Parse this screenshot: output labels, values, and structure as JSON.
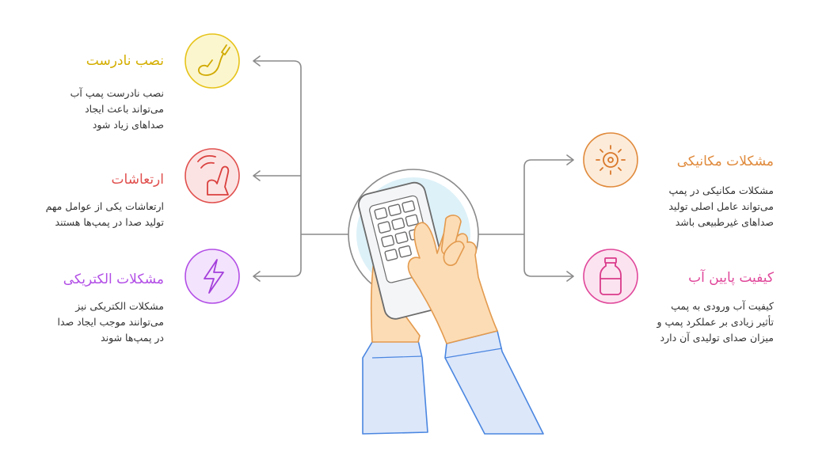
{
  "colors": {
    "yellow": "#E6C319",
    "red": "#E0504E",
    "purple": "#B24EE6",
    "orange": "#E08A3C",
    "pink": "#E0479A",
    "connector": "#8a8a8a",
    "skin": "#FCDCB4",
    "skin_stroke": "#E39A4E",
    "sleeve": "#DCE7FA",
    "sleeve_stroke": "#4A86E0"
  },
  "left_items": [
    {
      "title": "نصب نادرست",
      "desc": [
        "نصب نادرست پمپ آب",
        "می‌تواند باعث ایجاد",
        "صداهای زیاد شود"
      ],
      "color": "yellow",
      "icon": "wrench-pipe-icon"
    },
    {
      "title": "ارتعاشات",
      "desc": [
        "ارتعاشات یکی از عوامل مهم",
        "تولید صدا در پمپ‌ها هستند"
      ],
      "color": "red",
      "icon": "vibration-hand-icon"
    },
    {
      "title": "مشکلات الکتریکی",
      "desc": [
        "مشکلات الکتریکی نیز",
        "می‌توانند موجب ایجاد صدا",
        "در پمپ‌ها شوند"
      ],
      "color": "purple",
      "icon": "lightning-icon"
    }
  ],
  "right_items": [
    {
      "title": "مشکلات مکانیکی",
      "desc": [
        "مشکلات مکانیکی در پمپ",
        "می‌تواند عامل اصلی تولید",
        "صداهای غیرطبیعی باشد"
      ],
      "color": "orange",
      "icon": "gear-sun-icon"
    },
    {
      "title": "کیفیت پایین آب",
      "desc": [
        "کیفیت آب ورودی به پمپ",
        "تأثیر زیادی بر عملکرد پمپ و",
        "میزان صدای تولیدی آن دارد"
      ],
      "color": "pink",
      "icon": "water-bottle-icon"
    }
  ]
}
